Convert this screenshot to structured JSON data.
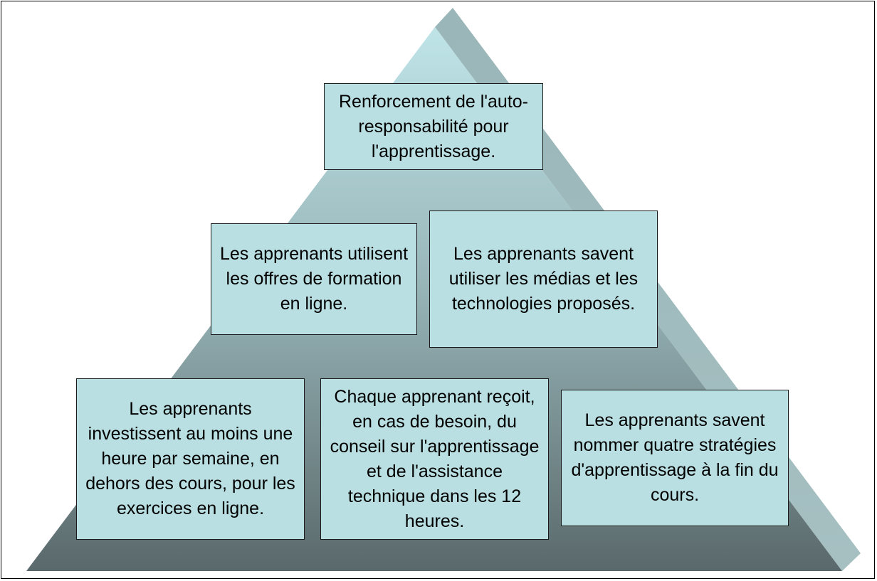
{
  "colors": {
    "box_fill": "#b9dfe2",
    "box_border": "#1a1a1a",
    "pyramid_top": "#bde2e6",
    "pyramid_bottom": "#5a6a6c",
    "pyramid_side": "#a3bcbe"
  },
  "pyramid": {
    "top": {
      "text": "Renforcement de l'auto-responsabilité pour l'apprentissage."
    },
    "middle": [
      {
        "text": "Les apprenants utilisent les offres de formation en ligne."
      },
      {
        "text": "Les apprenants savent utiliser les médias et les technologies proposés."
      }
    ],
    "bottom": [
      {
        "text": "Les apprenants investissent au moins une heure par semaine, en dehors des cours, pour les exercices en ligne."
      },
      {
        "text": "Chaque apprenant reçoit, en cas de besoin, du conseil sur l'apprentissage et de l'assistance technique dans les 12 heures."
      },
      {
        "text": "Les apprenants savent nommer quatre stratégies d'apprentissage à la fin du cours."
      }
    ]
  }
}
